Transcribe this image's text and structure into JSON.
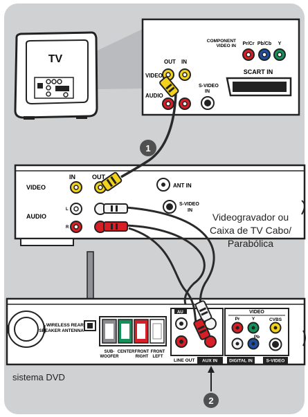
{
  "colors": {
    "backdrop": "#cfd1d3",
    "device_fill": "#ffffff",
    "device_stroke": "#222222",
    "cable_dark": "#2a2a2a",
    "jack_yellow": "#f2d21b",
    "jack_red": "#d61f26",
    "jack_white": "#f4f4f4",
    "jack_green": "#16905a",
    "jack_blue": "#1e4fa3",
    "callout_fill": "#505050"
  },
  "tv": {
    "label": "TV",
    "component_label_line1": "COMPONENT",
    "component_label_line2": "VIDEO IN",
    "pr_label": "Pr/Cr",
    "pb_label": "Pb/Cb",
    "y_label": "Y",
    "out_label": "OUT",
    "in_label": "IN",
    "video_label": "VIDEO",
    "audio_label": "AUDIO",
    "svideo_line1": "S-VIDEO",
    "svideo_line2": "IN",
    "scart_label": "SCART IN"
  },
  "callouts": {
    "first": "1",
    "second": "2"
  },
  "vcr": {
    "in_label": "IN",
    "out_label": "OUT",
    "video_label": "VIDEO",
    "audio_label": "AUDIO",
    "left_mark": "L",
    "right_mark": "R",
    "ant_label": "ANT IN",
    "svideo_line1": "S-VIDEO",
    "svideo_line2": "IN",
    "caption_line1": "Videogravador ou",
    "caption_line2": "Caixa de TV Cabo/",
    "caption_line3": "Parabólica"
  },
  "dvd": {
    "wireless_line1": "WIRELESS REAR",
    "wireless_line2": "SPEAKER ANTENNA",
    "sub_line1": "SUB-",
    "sub_line2": "WOOFER",
    "center_label": "CENTER",
    "front_right_line1": "FRONT",
    "front_right_line2": "RIGHT",
    "front_left_line1": "FRONT",
    "front_left_line2": "LEFT",
    "line_out_label": "LINE OUT",
    "aux_in_label": "AUX IN",
    "aux_top_label": "AU",
    "video_group_label": "VIDEO",
    "pr_label": "Pr",
    "y_label": "Y",
    "pb_label": "Pb",
    "cvbs_label": "CVBS",
    "digital_in_label": "DIGITAL IN",
    "svideo_label": "S-VIDEO",
    "caption": "sistema DVD"
  }
}
